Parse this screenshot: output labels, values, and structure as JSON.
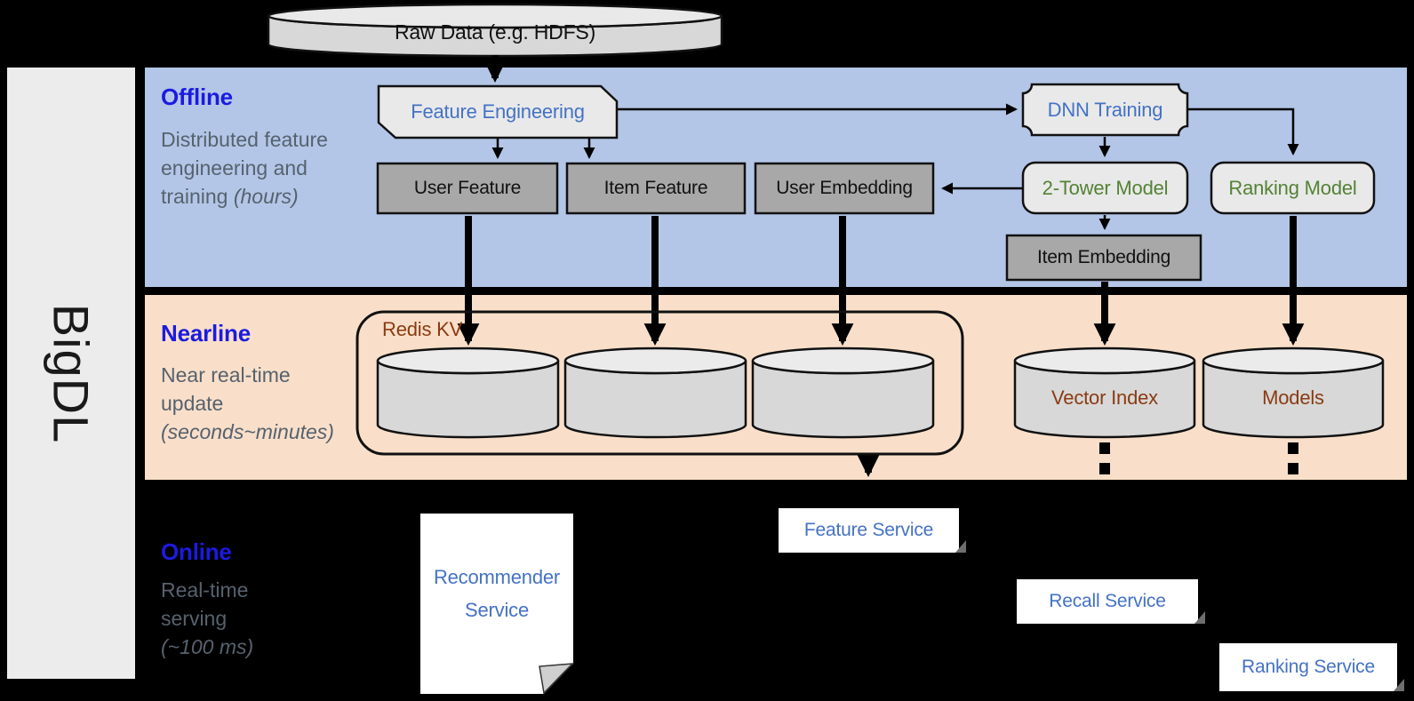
{
  "sidebar": {
    "brand": "BigDL"
  },
  "bands": {
    "offline": {
      "label": "Offline",
      "desc": "Distributed feature engineering and training",
      "note": "(hours)"
    },
    "nearline": {
      "label": "Nearline",
      "desc": "Near real-time update",
      "note": "(seconds~minutes)"
    },
    "online": {
      "label": "Online",
      "desc": "Real-time serving",
      "note": "(~100 ms)"
    }
  },
  "nodes": {
    "raw_data": {
      "label": "Raw Data (e.g. HDFS)"
    },
    "feature_engineering": {
      "label": "Feature Engineering"
    },
    "dnn_training": {
      "label": "DNN Training"
    },
    "user_feature": {
      "label": "User Feature"
    },
    "item_feature": {
      "label": "Item Feature"
    },
    "user_embedding": {
      "label": "User Embedding"
    },
    "two_tower_model": {
      "label": "2-Tower Model"
    },
    "ranking_model": {
      "label": "Ranking Model"
    },
    "item_embedding": {
      "label": "Item Embedding"
    },
    "redis_kv": {
      "label": "Redis KV"
    },
    "vector_index": {
      "label": "Vector Index"
    },
    "models": {
      "label": "Models"
    },
    "recommender_service": {
      "label": "Recommender Service"
    },
    "feature_service": {
      "label": "Feature Service"
    },
    "recall_service": {
      "label": "Recall Service"
    },
    "ranking_service": {
      "label": "Ranking Service"
    }
  },
  "colors": {
    "offline_band": "#b3c6e7",
    "nearline_band": "#f9dfc9",
    "online_band": "#000000",
    "sidebar": "#ececec",
    "node_gray": "#a8a8a8",
    "node_light": "#e9e9e9",
    "cylinder_body": "#d8d8d8",
    "cylinder_top": "#ebebeb",
    "text_blue": "#4472c4",
    "text_green": "#548235",
    "text_brown": "#8a3b12",
    "band_label_blue": "#1b1be0",
    "band_desc_gray": "#56626e"
  }
}
